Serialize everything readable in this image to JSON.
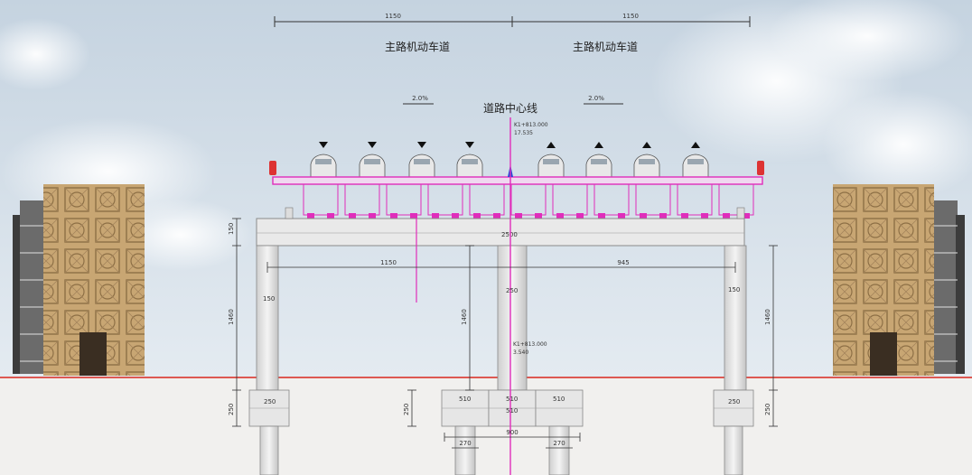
{
  "dimensions": {
    "top_left": "1150",
    "top_right": "1150",
    "cap_total": "2500",
    "span_left": "1150",
    "span_right": "945",
    "pile_cap_left": "510",
    "pile_cap_center": "510",
    "pile_cap_right": "510",
    "pile_cap_bottom": "900",
    "pile_left_spacing": "270",
    "pile_right_spacing": "270",
    "cap_height": "150",
    "col_height_left": "1460",
    "col_height_right": "1460",
    "col_height_center": "1460",
    "footing_left": "250",
    "footing_right": "250",
    "footing_center": "250",
    "col_dia_left": "150",
    "col_dia_right": "150",
    "col_dia_center": "250",
    "foot_dia_left": "250",
    "foot_dia_right": "250",
    "foot_dia_center": "510"
  },
  "labels": {
    "lane_left": "主路机动车道",
    "lane_right": "主路机动车道",
    "centerline": "道路中心线",
    "slope_left": "2.0%",
    "slope_right": "2.0%",
    "top_station": "K1+813.000",
    "top_elev": "17.535",
    "bottom_station": "K1+813.000",
    "bottom_elev": "3.540"
  },
  "colors": {
    "sky": "#cfdbe6",
    "ground": "#f2f1ef",
    "ground_line": "#d9281f",
    "concrete": "#e6e6e6",
    "girder": "#e02dbb",
    "centerline": "#e02dbb",
    "building": "#c9a778"
  },
  "icons": {
    "arrow": "arrow-down-icon",
    "car": "car-icon",
    "lamp": "signal-lamp-icon",
    "center_marker": "center-marker-icon"
  }
}
